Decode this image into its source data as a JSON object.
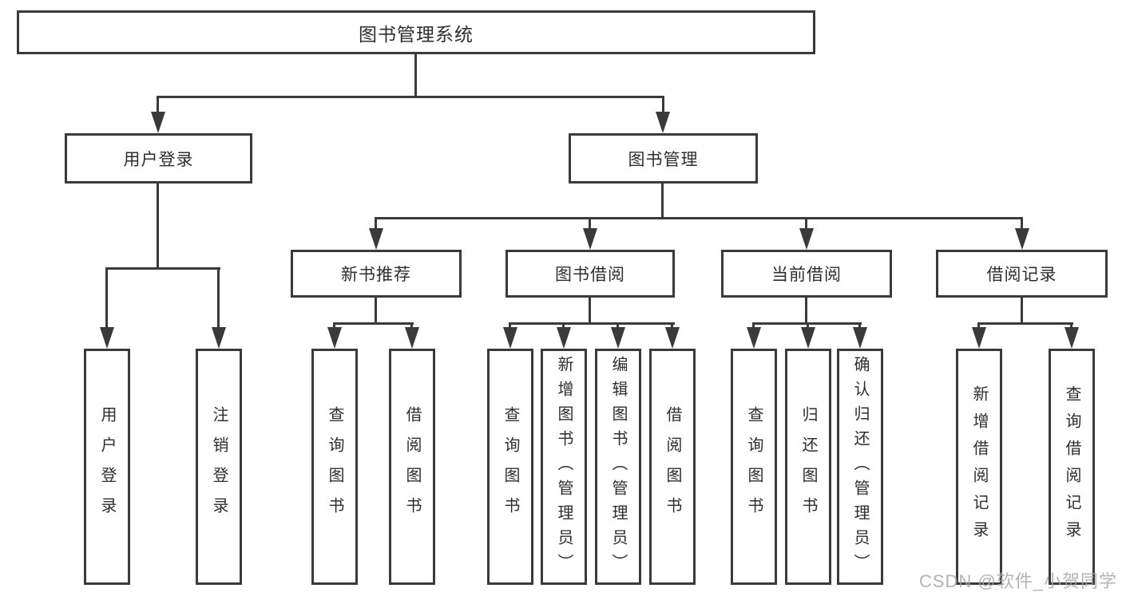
{
  "tree": {
    "root": "图书管理系统",
    "level2": [
      "用户登录",
      "图书管理"
    ],
    "level3": [
      "新书推荐",
      "图书借阅",
      "当前借阅",
      "借阅记录"
    ],
    "leaves": {
      "login": [
        "用户登录",
        "注销登录"
      ],
      "recommend": [
        "查询图书",
        "借阅图书"
      ],
      "borrow": [
        "查询图书",
        "新增图书（管理员）",
        "编辑图书（管理员）",
        "借阅图书"
      ],
      "current": [
        "查询图书",
        "归还图书",
        "确认归还（管理员）"
      ],
      "records": [
        "新增借阅记录",
        "查询借阅记录"
      ]
    }
  },
  "watermark": "CSDN @软件_小贺同学",
  "colors": {
    "line": "#3a3a3a",
    "text": "#2e2e2e",
    "background": "#ffffff",
    "watermark": "#a6a6a6"
  }
}
